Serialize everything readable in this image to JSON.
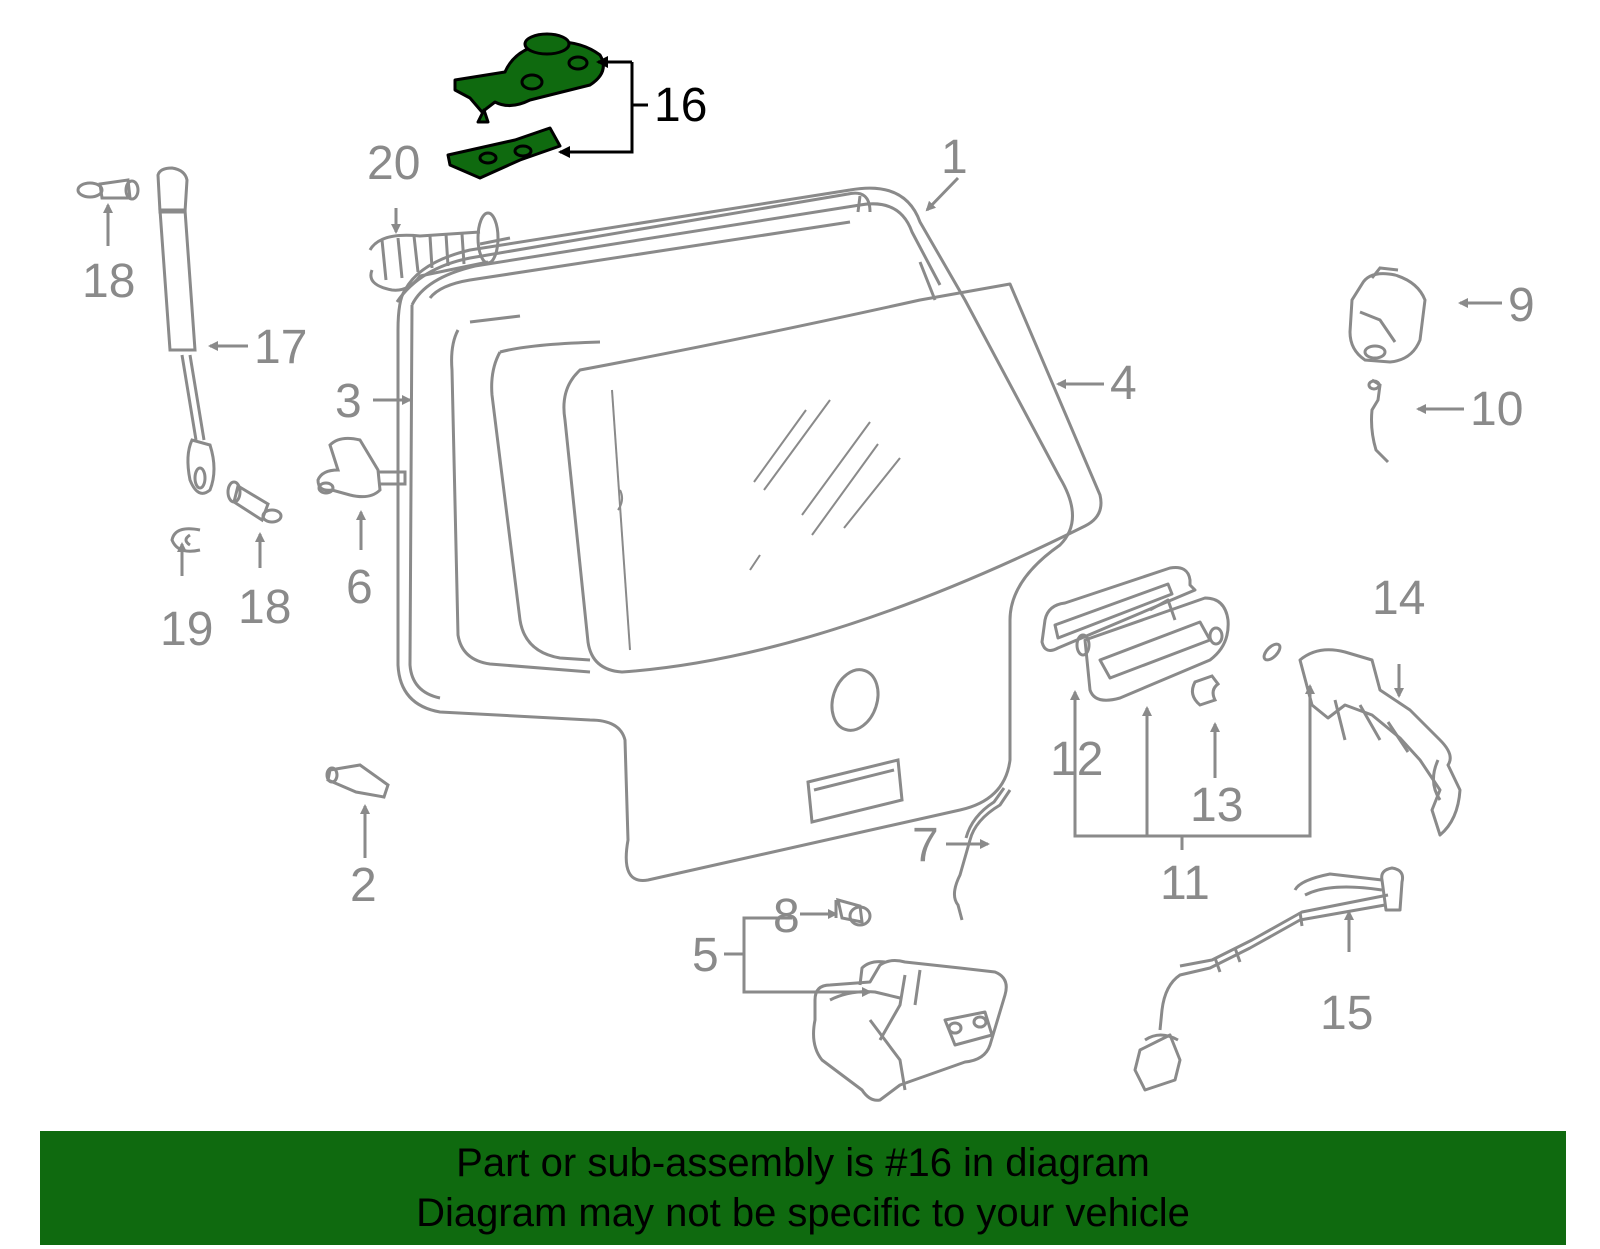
{
  "diagram": {
    "highlight_color": "#0f6a0f",
    "line_color": "#8a8a8a",
    "callouts": [
      {
        "key": "c1",
        "label": "1"
      },
      {
        "key": "c2",
        "label": "2"
      },
      {
        "key": "c3",
        "label": "3"
      },
      {
        "key": "c4",
        "label": "4"
      },
      {
        "key": "c5",
        "label": "5"
      },
      {
        "key": "c6",
        "label": "6"
      },
      {
        "key": "c7",
        "label": "7"
      },
      {
        "key": "c8",
        "label": "8"
      },
      {
        "key": "c9",
        "label": "9"
      },
      {
        "key": "c10",
        "label": "10"
      },
      {
        "key": "c11",
        "label": "11"
      },
      {
        "key": "c12",
        "label": "12"
      },
      {
        "key": "c13",
        "label": "13"
      },
      {
        "key": "c14",
        "label": "14"
      },
      {
        "key": "c15",
        "label": "15"
      },
      {
        "key": "c16",
        "label": "16",
        "highlighted": true
      },
      {
        "key": "c17",
        "label": "17"
      },
      {
        "key": "c18a",
        "label": "18"
      },
      {
        "key": "c18b",
        "label": "18"
      },
      {
        "key": "c19",
        "label": "19"
      },
      {
        "key": "c20",
        "label": "20"
      }
    ]
  },
  "banner": {
    "line1": "Part or sub-assembly is #16 in diagram",
    "line2": "Diagram may not be specific to your vehicle"
  }
}
